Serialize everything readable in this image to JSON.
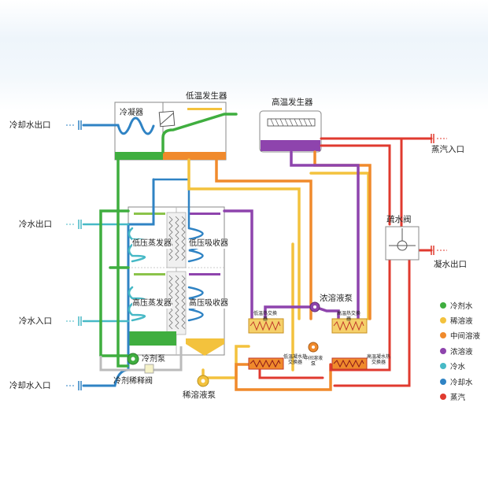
{
  "labels": {
    "cooling_out": "冷却水出口",
    "cold_out": "冷水出口",
    "cold_in": "冷水入口",
    "cooling_in": "冷却水入口",
    "condenser": "冷凝器",
    "low_gen": "低温发生器",
    "high_gen": "高温发生器",
    "steam_in": "蒸汽入口",
    "drain_valve": "疏水阀",
    "condensate_out": "凝水出口",
    "lp_evap": "低压蒸发器",
    "lp_abs": "低压吸收器",
    "hp_evap": "高压蒸发器",
    "hp_abs": "高压吸收器",
    "refrig_pump": "冷剂泵",
    "refrig_dilute_valve": "冷剂稀释阀",
    "dilute_pump": "稀溶液泵",
    "conc_pump": "浓溶液泵",
    "low_hx": "低温热交换器",
    "high_hx": "高温热交换器",
    "low_cond_hx": "低温凝水热交换器",
    "mid_pump": "中间溶液泵",
    "high_cond_hx": "高温凝水热交换器"
  },
  "legend": [
    {
      "label": "冷剂水",
      "color": "#3fae3f"
    },
    {
      "label": "稀溶液",
      "color": "#f3c23d"
    },
    {
      "label": "中间溶液",
      "color": "#f08a2c"
    },
    {
      "label": "浓溶液",
      "color": "#8e44ad"
    },
    {
      "label": "冷水",
      "color": "#47b9c6"
    },
    {
      "label": "冷却水",
      "color": "#2f83c4"
    },
    {
      "label": "蒸汽",
      "color": "#e03a2f"
    }
  ]
}
